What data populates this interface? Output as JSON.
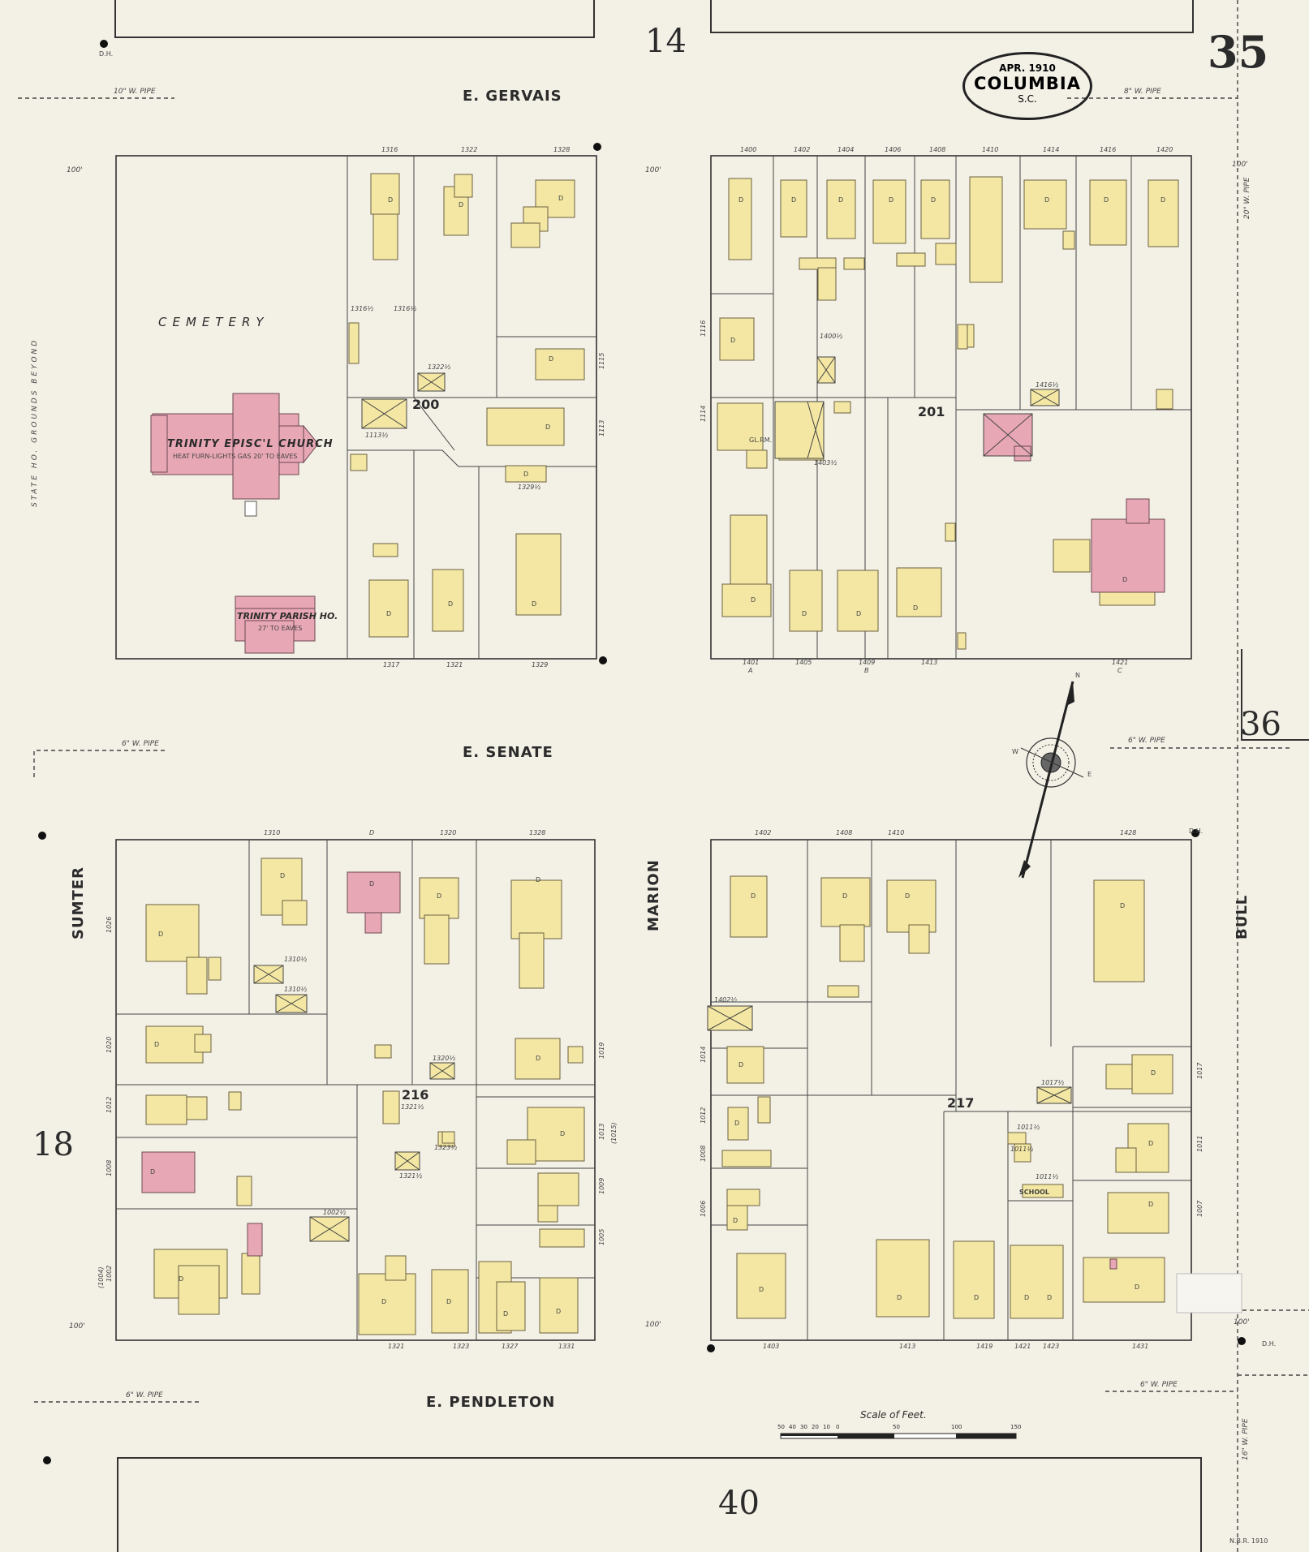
{
  "sheet": {
    "number": "35",
    "adjacent_top": "14",
    "adjacent_right": "36",
    "adjacent_left": "18",
    "adjacent_bottom": "40"
  },
  "title_seal": {
    "date": "APR. 1910",
    "city": "COLUMBIA",
    "state": "S.C."
  },
  "streets": {
    "top": "E. GERVAIS",
    "middle": "E. SENATE",
    "bottom": "E. PENDLETON",
    "left": "SUMTER",
    "center": "MARION",
    "right": "BULL"
  },
  "blocks": {
    "b200": "200",
    "b201": "201",
    "b216": "216",
    "b217": "217"
  },
  "labels": {
    "cemetery": "CEMETERY",
    "church": "TRINITY EPISC'L CHURCH",
    "church_note": "HEAT FURN-LIGHTS GAS 20' TO EAVES",
    "parish": "TRINITY PARISH HO.",
    "parish_note": "27' TO EAVES",
    "school": "SCHOOL",
    "state_grounds": "STATE HO. GROUNDS BEYOND",
    "gl_rm": "GL.RM.",
    "dwelling": "D"
  },
  "pipes": {
    "top_left": "10\" W. PIPE",
    "top_right": "8\" W. PIPE",
    "mid_left": "6\" W. PIPE",
    "mid_right": "6\" W. PIPE",
    "bottom_left": "6\" W. PIPE",
    "bottom_right": "6\" W. PIPE",
    "right_top_v": "20\" W. PIPE",
    "right_bottom_v": "16\" W. PIPE"
  },
  "dims": {
    "d100": "100'"
  },
  "addresses": {
    "nw_top": [
      "1316",
      "1322",
      "1328"
    ],
    "nw_bottom": [
      "1317",
      "1321",
      "1329"
    ],
    "ne_top": [
      "1400",
      "1402",
      "1404",
      "1406",
      "1408",
      "1410",
      "1414",
      "1416",
      "1420"
    ],
    "ne_bottom": [
      "1401",
      "1405",
      "1409",
      "1413",
      "1421"
    ],
    "ne_bottom_letters": [
      "A",
      "B",
      "C"
    ],
    "sw_top": [
      "1310",
      "D",
      "1320",
      "1328"
    ],
    "sw_bottom": [
      "1321",
      "1323",
      "1327",
      "1331"
    ],
    "sw_left": [
      "1026",
      "1020",
      "1012",
      "1008",
      "1002",
      "(1004)"
    ],
    "sw_right": [
      "1019",
      "1013",
      "(1015)",
      "1009",
      "1005"
    ],
    "se_top": [
      "1402",
      "1408",
      "1410",
      "1428"
    ],
    "se_bottom": [
      "1403",
      "1413",
      "1419",
      "1421",
      "1423",
      "1431"
    ],
    "se_left": [
      "1014",
      "1012",
      "1008",
      "1006"
    ],
    "se_right": [
      "1017",
      "1011",
      "1007"
    ],
    "half_numbers": [
      "1316½",
      "1316½",
      "1322½",
      "1113½",
      "1329½",
      "1400½",
      "1403½",
      "1416½",
      "1310½",
      "1310½",
      "1320½",
      "1321½",
      "1323½",
      "1321½",
      "1002½",
      "1402½",
      "1017½",
      "1011½",
      "1011½",
      "1011½"
    ],
    "vertical": [
      "1115",
      "1113",
      "1116",
      "1114"
    ]
  },
  "compass": {
    "n": "N",
    "e": "E",
    "w": "W"
  },
  "scale": {
    "title": "Scale of Feet.",
    "ticks": [
      "50",
      "40",
      "30",
      "20",
      "10",
      "0",
      "50",
      "100",
      "150"
    ]
  },
  "margin_marks": {
    "dh": "D.H.",
    "corner": "N.B.R. 1910"
  },
  "colors": {
    "dwelling": "#f3e7a3",
    "brick": "#e8a7b5",
    "paper": "#f3f0e6",
    "ink": "#2b2b2b"
  }
}
